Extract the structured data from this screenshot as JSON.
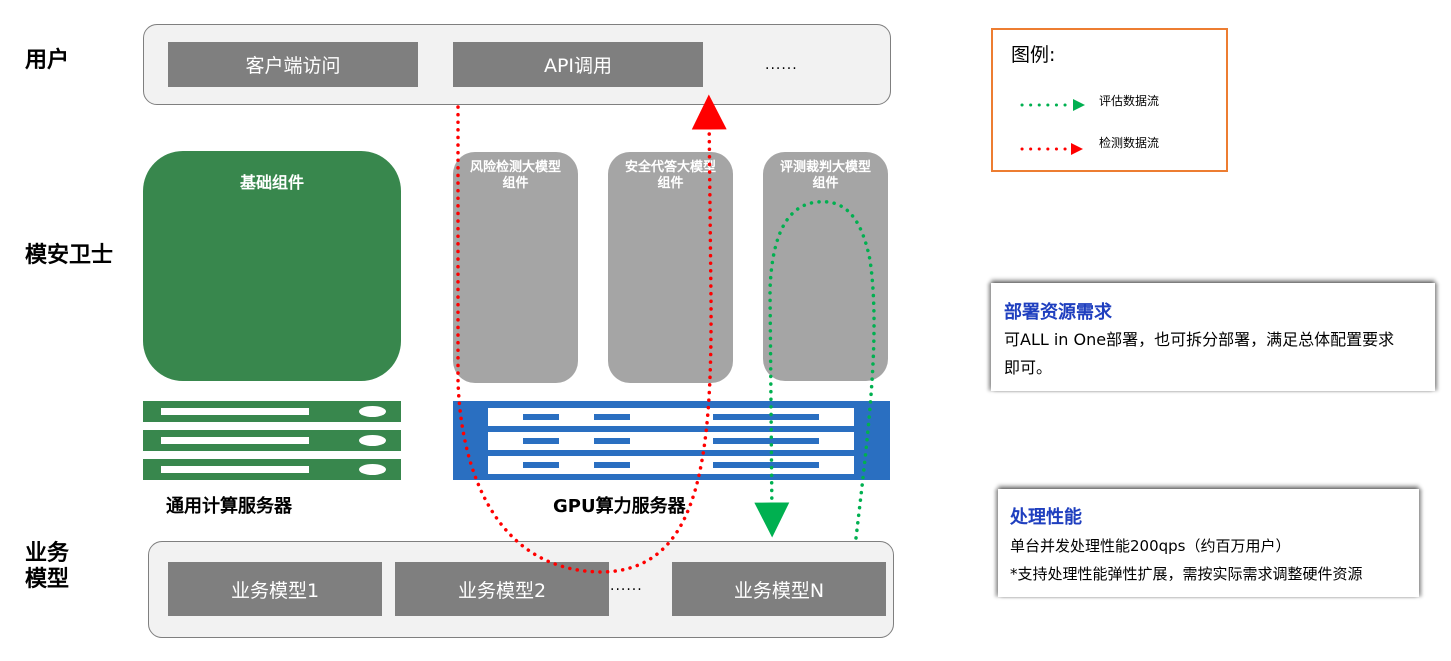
{
  "rows": {
    "user_label": "用户",
    "guard_label": "模安卫士",
    "business_label_line1": "业务",
    "business_label_line2": "模型"
  },
  "users": {
    "items": [
      "客户端访问",
      "API调用"
    ],
    "ellipsis": "......"
  },
  "guard": {
    "base_component": "基础组件",
    "gpu_components": [
      {
        "line1": "风险检测大模型",
        "line2": "组件"
      },
      {
        "line1": "安全代答大模型",
        "line2": "组件"
      },
      {
        "line1": "评测裁判大模型",
        "line2": "组件"
      }
    ],
    "general_server_label": "通用计算服务器",
    "gpu_server_label": "GPU算力服务器"
  },
  "business": {
    "items": [
      "业务模型1",
      "业务模型2",
      "业务模型N"
    ],
    "ellipsis": "......"
  },
  "legend": {
    "title": "图例:",
    "items": [
      {
        "label": "评估数据流",
        "color": "#00b050"
      },
      {
        "label": "检测数据流",
        "color": "#ff0000"
      }
    ]
  },
  "deploy": {
    "title": "部署资源需求",
    "text_line1": "可ALL in One部署，也可拆分部署，满足总体配置要求",
    "text_line2": "即可。"
  },
  "performance": {
    "title": "处理性能",
    "text_line1": "单台并发处理性能200qps（约百万用户）",
    "text_line2": "*支持处理性能弹性扩展，需按实际需求调整硬件资源"
  },
  "colors": {
    "green": "#38874d",
    "blue": "#2a6fc1",
    "gray": "#7f7f7f",
    "component_gray": "#a5a5a5",
    "legend_border": "#ed7d31",
    "title_blue": "#1f3fbf"
  }
}
